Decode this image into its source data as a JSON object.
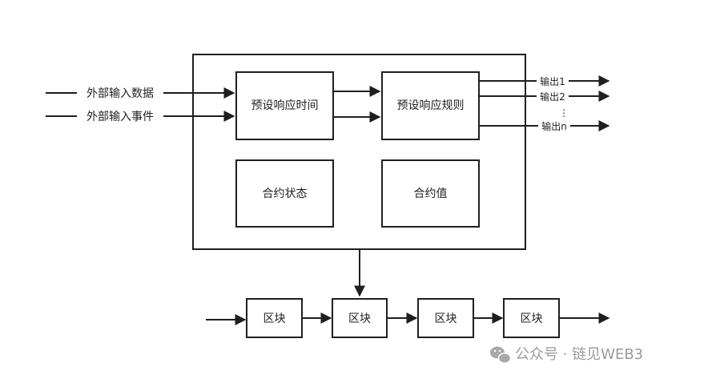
{
  "container": {
    "inner_boxes": {
      "response_time": "预设响应时间",
      "response_rule": "预设响应规则",
      "contract_state": "合约状态",
      "contract_value": "合约值"
    }
  },
  "inputs": {
    "external_data": "外部输入数据",
    "external_event": "外部输入事件"
  },
  "outputs": {
    "out1": "输出1",
    "out2": "输出2",
    "ellipsis": "⋮",
    "outn": "输出n"
  },
  "blockchain": {
    "blocks": [
      "区块",
      "区块",
      "区块",
      "区块"
    ]
  },
  "watermark": {
    "text": "公众号 · 链见WEB3"
  }
}
